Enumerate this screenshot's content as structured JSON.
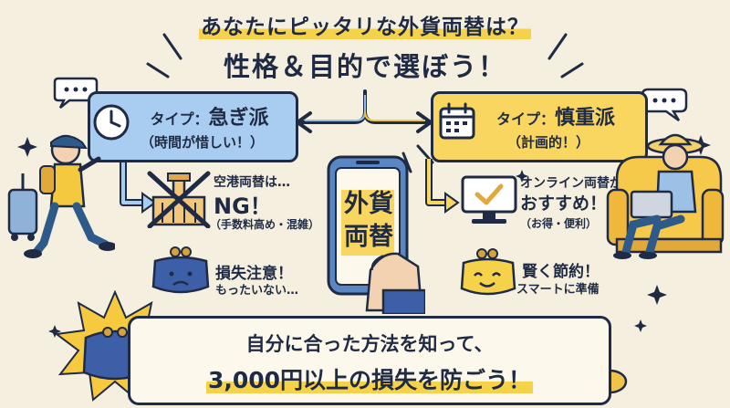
{
  "header": {
    "line1": "あなたにピッタリな外貨両替は？",
    "line2": "性格＆目的で選ぼう！"
  },
  "left": {
    "type_label": "タイプ：",
    "type_name": "急ぎ派",
    "type_sub": "（時間が惜しい！）",
    "airport_line1": "空港両替は…",
    "airport_line2": "NG！",
    "airport_line3": "（手数料高め・混雑）",
    "loss_line1": "損失注意！",
    "loss_line2": "もったいない…"
  },
  "right": {
    "type_label": "タイプ：",
    "type_name": "慎重派",
    "type_sub": "（計画的！）",
    "online_line1": "オンライン両替が…",
    "online_line2": "おすすめ！",
    "online_line3": "（お得・便利）",
    "save_line1": "賢く節約！",
    "save_line2": "スマートに準備"
  },
  "phone": {
    "line1": "外貨",
    "line2": "両替"
  },
  "banner": {
    "line1": "自分に合った方法を知って、",
    "line2": "3,000円以上の損失を防ごう！"
  },
  "colors": {
    "blue": "#a9cdf0",
    "yellow": "#f8d660",
    "navy": "#1f2a44",
    "background": "#f5efdf"
  }
}
